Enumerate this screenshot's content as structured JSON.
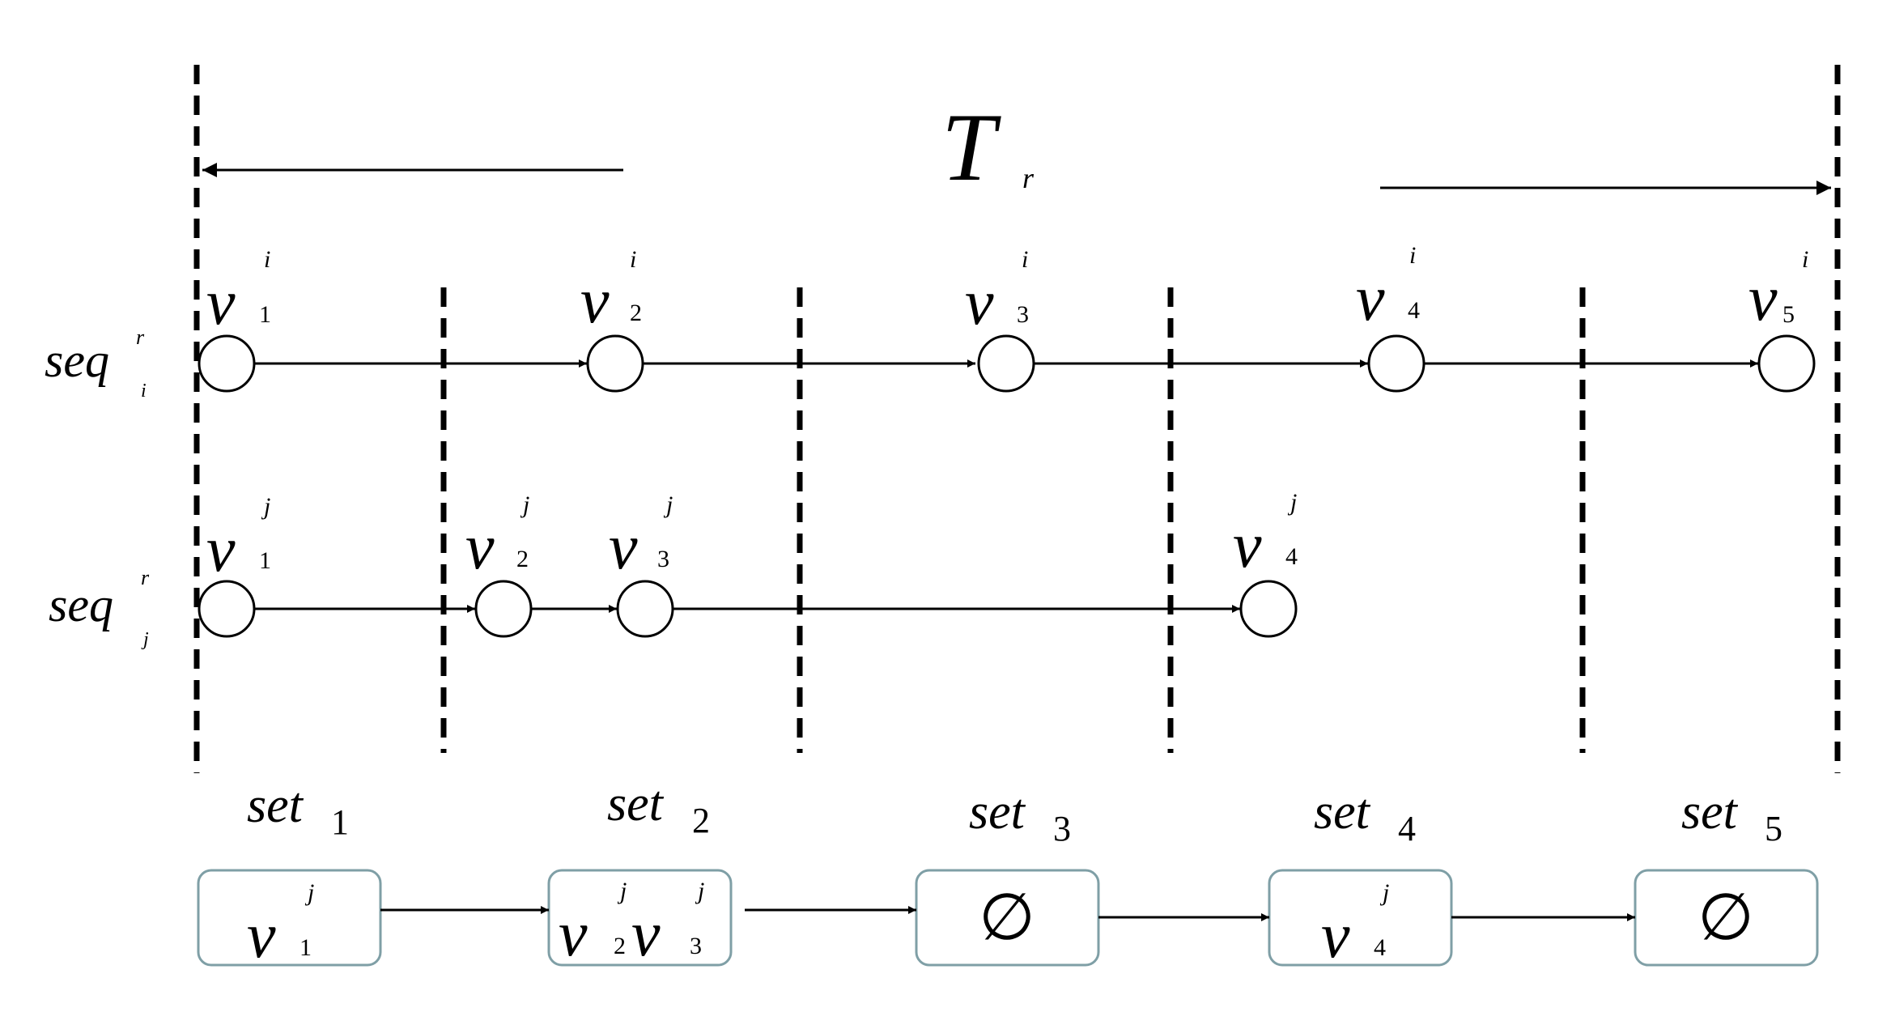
{
  "title": {
    "main": "T",
    "sub": "r"
  },
  "sequences": [
    {
      "key": "i",
      "base": "seq",
      "sup": "r",
      "sub": "i",
      "nodes": [
        {
          "name": "v",
          "sup": "i",
          "sub": "1"
        },
        {
          "name": "v",
          "sup": "i",
          "sub": "2"
        },
        {
          "name": "v",
          "sup": "i",
          "sub": "3"
        },
        {
          "name": "v",
          "sup": "i",
          "sub": "4"
        },
        {
          "name": "v",
          "sup": "i",
          "sub": "5"
        }
      ]
    },
    {
      "key": "j",
      "base": "seq",
      "sup": "r",
      "sub": "j",
      "nodes": [
        {
          "name": "v",
          "sup": "j",
          "sub": "1"
        },
        {
          "name": "v",
          "sup": "j",
          "sub": "2"
        },
        {
          "name": "v",
          "sup": "j",
          "sub": "3"
        },
        {
          "name": "v",
          "sup": "j",
          "sub": "4"
        }
      ]
    }
  ],
  "sets": [
    {
      "base": "set",
      "sub": "1",
      "content": [
        {
          "name": "v",
          "sup": "j",
          "sub": "1"
        }
      ]
    },
    {
      "base": "set",
      "sub": "2",
      "content": [
        {
          "name": "v",
          "sup": "j",
          "sub": "2"
        },
        {
          "name": "v",
          "sup": "j",
          "sub": "3"
        }
      ]
    },
    {
      "base": "set",
      "sub": "3",
      "empty": "∅"
    },
    {
      "base": "set",
      "sub": "4",
      "content": [
        {
          "name": "v",
          "sup": "j",
          "sub": "4"
        }
      ]
    },
    {
      "base": "set",
      "sub": "5",
      "empty": "∅"
    }
  ]
}
